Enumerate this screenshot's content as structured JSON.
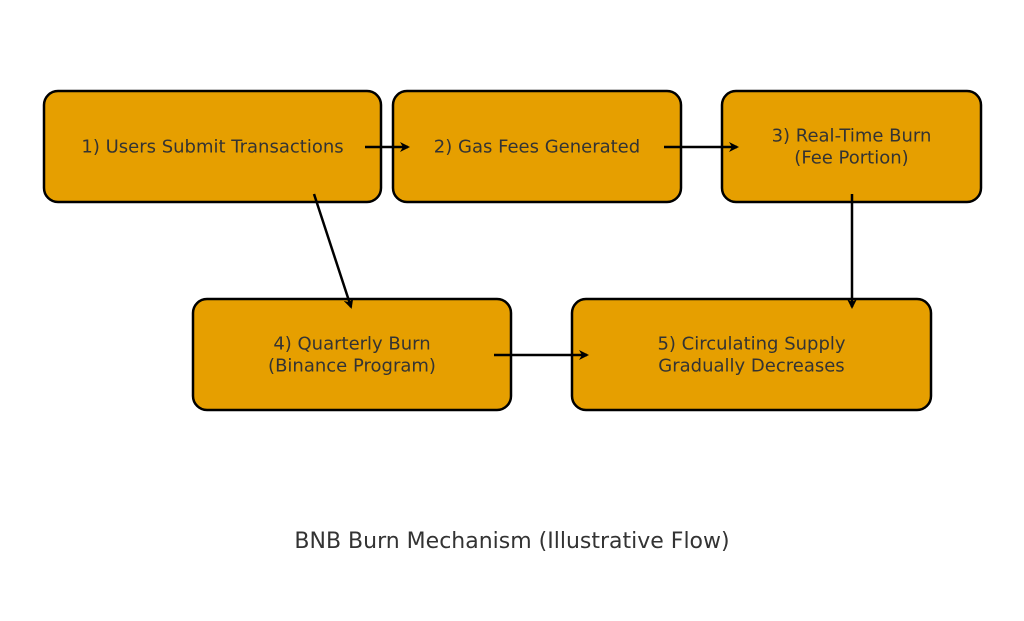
{
  "diagram": {
    "caption": "BNB Burn Mechanism (Illustrative Flow)",
    "colors": {
      "node_fill": "#e69f00",
      "node_stroke": "#000000",
      "text": "#333333",
      "edge": "#000000"
    },
    "nodes": [
      {
        "id": "n1",
        "lines": [
          "1) Users Submit Transactions"
        ]
      },
      {
        "id": "n2",
        "lines": [
          "2) Gas Fees Generated"
        ]
      },
      {
        "id": "n3",
        "lines": [
          "3) Real-Time Burn",
          "(Fee Portion)"
        ]
      },
      {
        "id": "n4",
        "lines": [
          "4) Quarterly Burn",
          "(Binance Program)"
        ]
      },
      {
        "id": "n5",
        "lines": [
          "5) Circulating Supply",
          "Gradually Decreases"
        ]
      }
    ],
    "edges": [
      {
        "from": "n1",
        "to": "n2"
      },
      {
        "from": "n2",
        "to": "n3"
      },
      {
        "from": "n1",
        "to": "n4"
      },
      {
        "from": "n3",
        "to": "n5"
      },
      {
        "from": "n4",
        "to": "n5"
      }
    ]
  }
}
